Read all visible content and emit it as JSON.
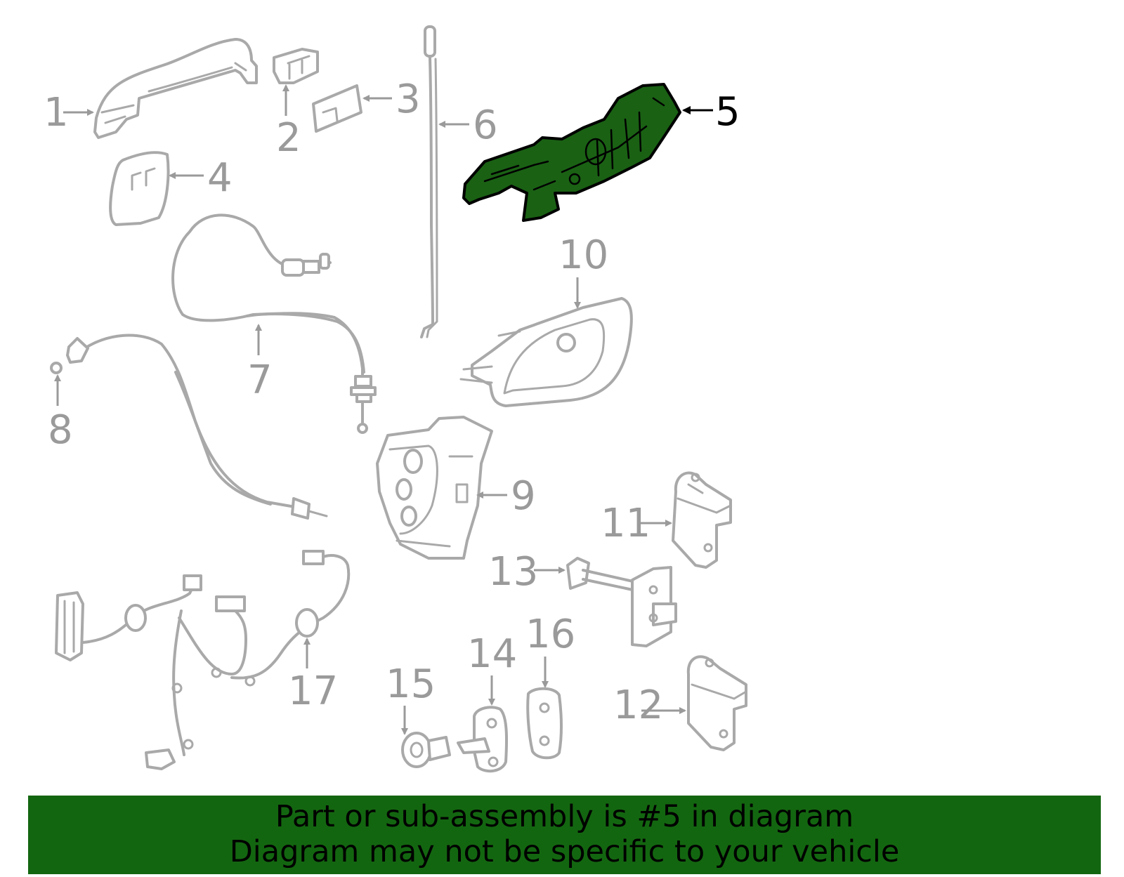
{
  "diagram": {
    "highlighted_part": "5",
    "highlight_color": "#1a6114",
    "callouts": [
      "1",
      "2",
      "3",
      "4",
      "5",
      "6",
      "7",
      "8",
      "9",
      "10",
      "11",
      "12",
      "13",
      "14",
      "15",
      "16",
      "17"
    ]
  },
  "banner": {
    "line1": "Part or sub-assembly is #5 in diagram",
    "line2": "Diagram may not be specific to your vehicle",
    "background": "#136610"
  }
}
